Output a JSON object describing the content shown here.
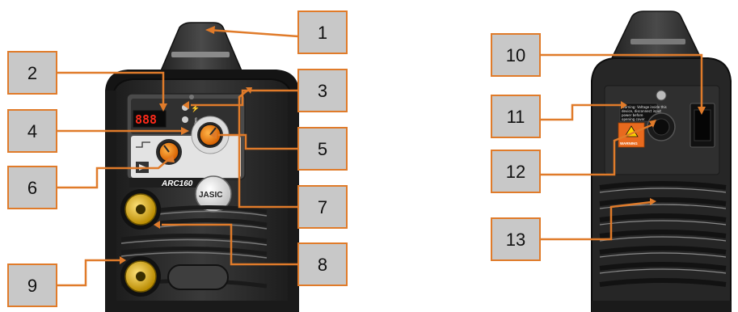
{
  "front_panel": {
    "display_digits": "888",
    "model": "ARC160",
    "brand": "JASIC"
  },
  "rear_panel": {
    "label_text": [
      "Warning: Voltage inside this",
      "device, disconnect input",
      "power before",
      "opening cover"
    ],
    "warning_label": "WARNING"
  },
  "callouts": [
    {
      "id": 1,
      "label": "1"
    },
    {
      "id": 2,
      "label": "2"
    },
    {
      "id": 3,
      "label": "3"
    },
    {
      "id": 4,
      "label": "4"
    },
    {
      "id": 5,
      "label": "5"
    },
    {
      "id": 6,
      "label": "6"
    },
    {
      "id": 7,
      "label": "7"
    },
    {
      "id": 8,
      "label": "8"
    },
    {
      "id": 9,
      "label": "9"
    },
    {
      "id": 10,
      "label": "10"
    },
    {
      "id": 11,
      "label": "11"
    },
    {
      "id": 12,
      "label": "12"
    },
    {
      "id": 13,
      "label": "13"
    }
  ],
  "colors": {
    "leader": "#e07b2a",
    "callout_fill": "#c8c8c8",
    "body": "#2b2b2b",
    "frame": "#1a1a1a",
    "terminal": "#e6b800"
  }
}
